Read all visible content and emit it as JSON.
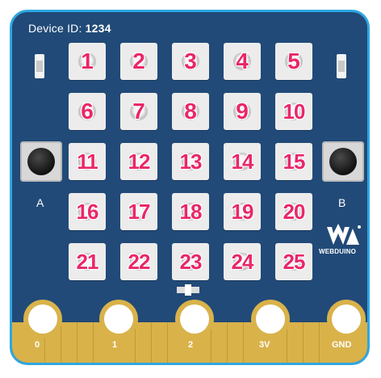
{
  "header": {
    "device_label": "Device ID:",
    "device_id": "1234"
  },
  "matrix": {
    "cells": [
      "1",
      "2",
      "3",
      "4",
      "5",
      "6",
      "7",
      "8",
      "9",
      "10",
      "11",
      "12",
      "13",
      "14",
      "15",
      "16",
      "17",
      "18",
      "19",
      "20",
      "21",
      "22",
      "23",
      "24",
      "25"
    ]
  },
  "buttons": {
    "a_label": "A",
    "b_label": "B"
  },
  "logo": {
    "brand_text": "WEBDUINO",
    "icon": "webduino-logo-icon"
  },
  "pins": {
    "labels": [
      "0",
      "1",
      "2",
      "3V",
      "GND"
    ]
  },
  "colors": {
    "board": "#214a78",
    "border": "#2ea7e0",
    "number": "#e9276a",
    "gold": "#d9b24a"
  }
}
